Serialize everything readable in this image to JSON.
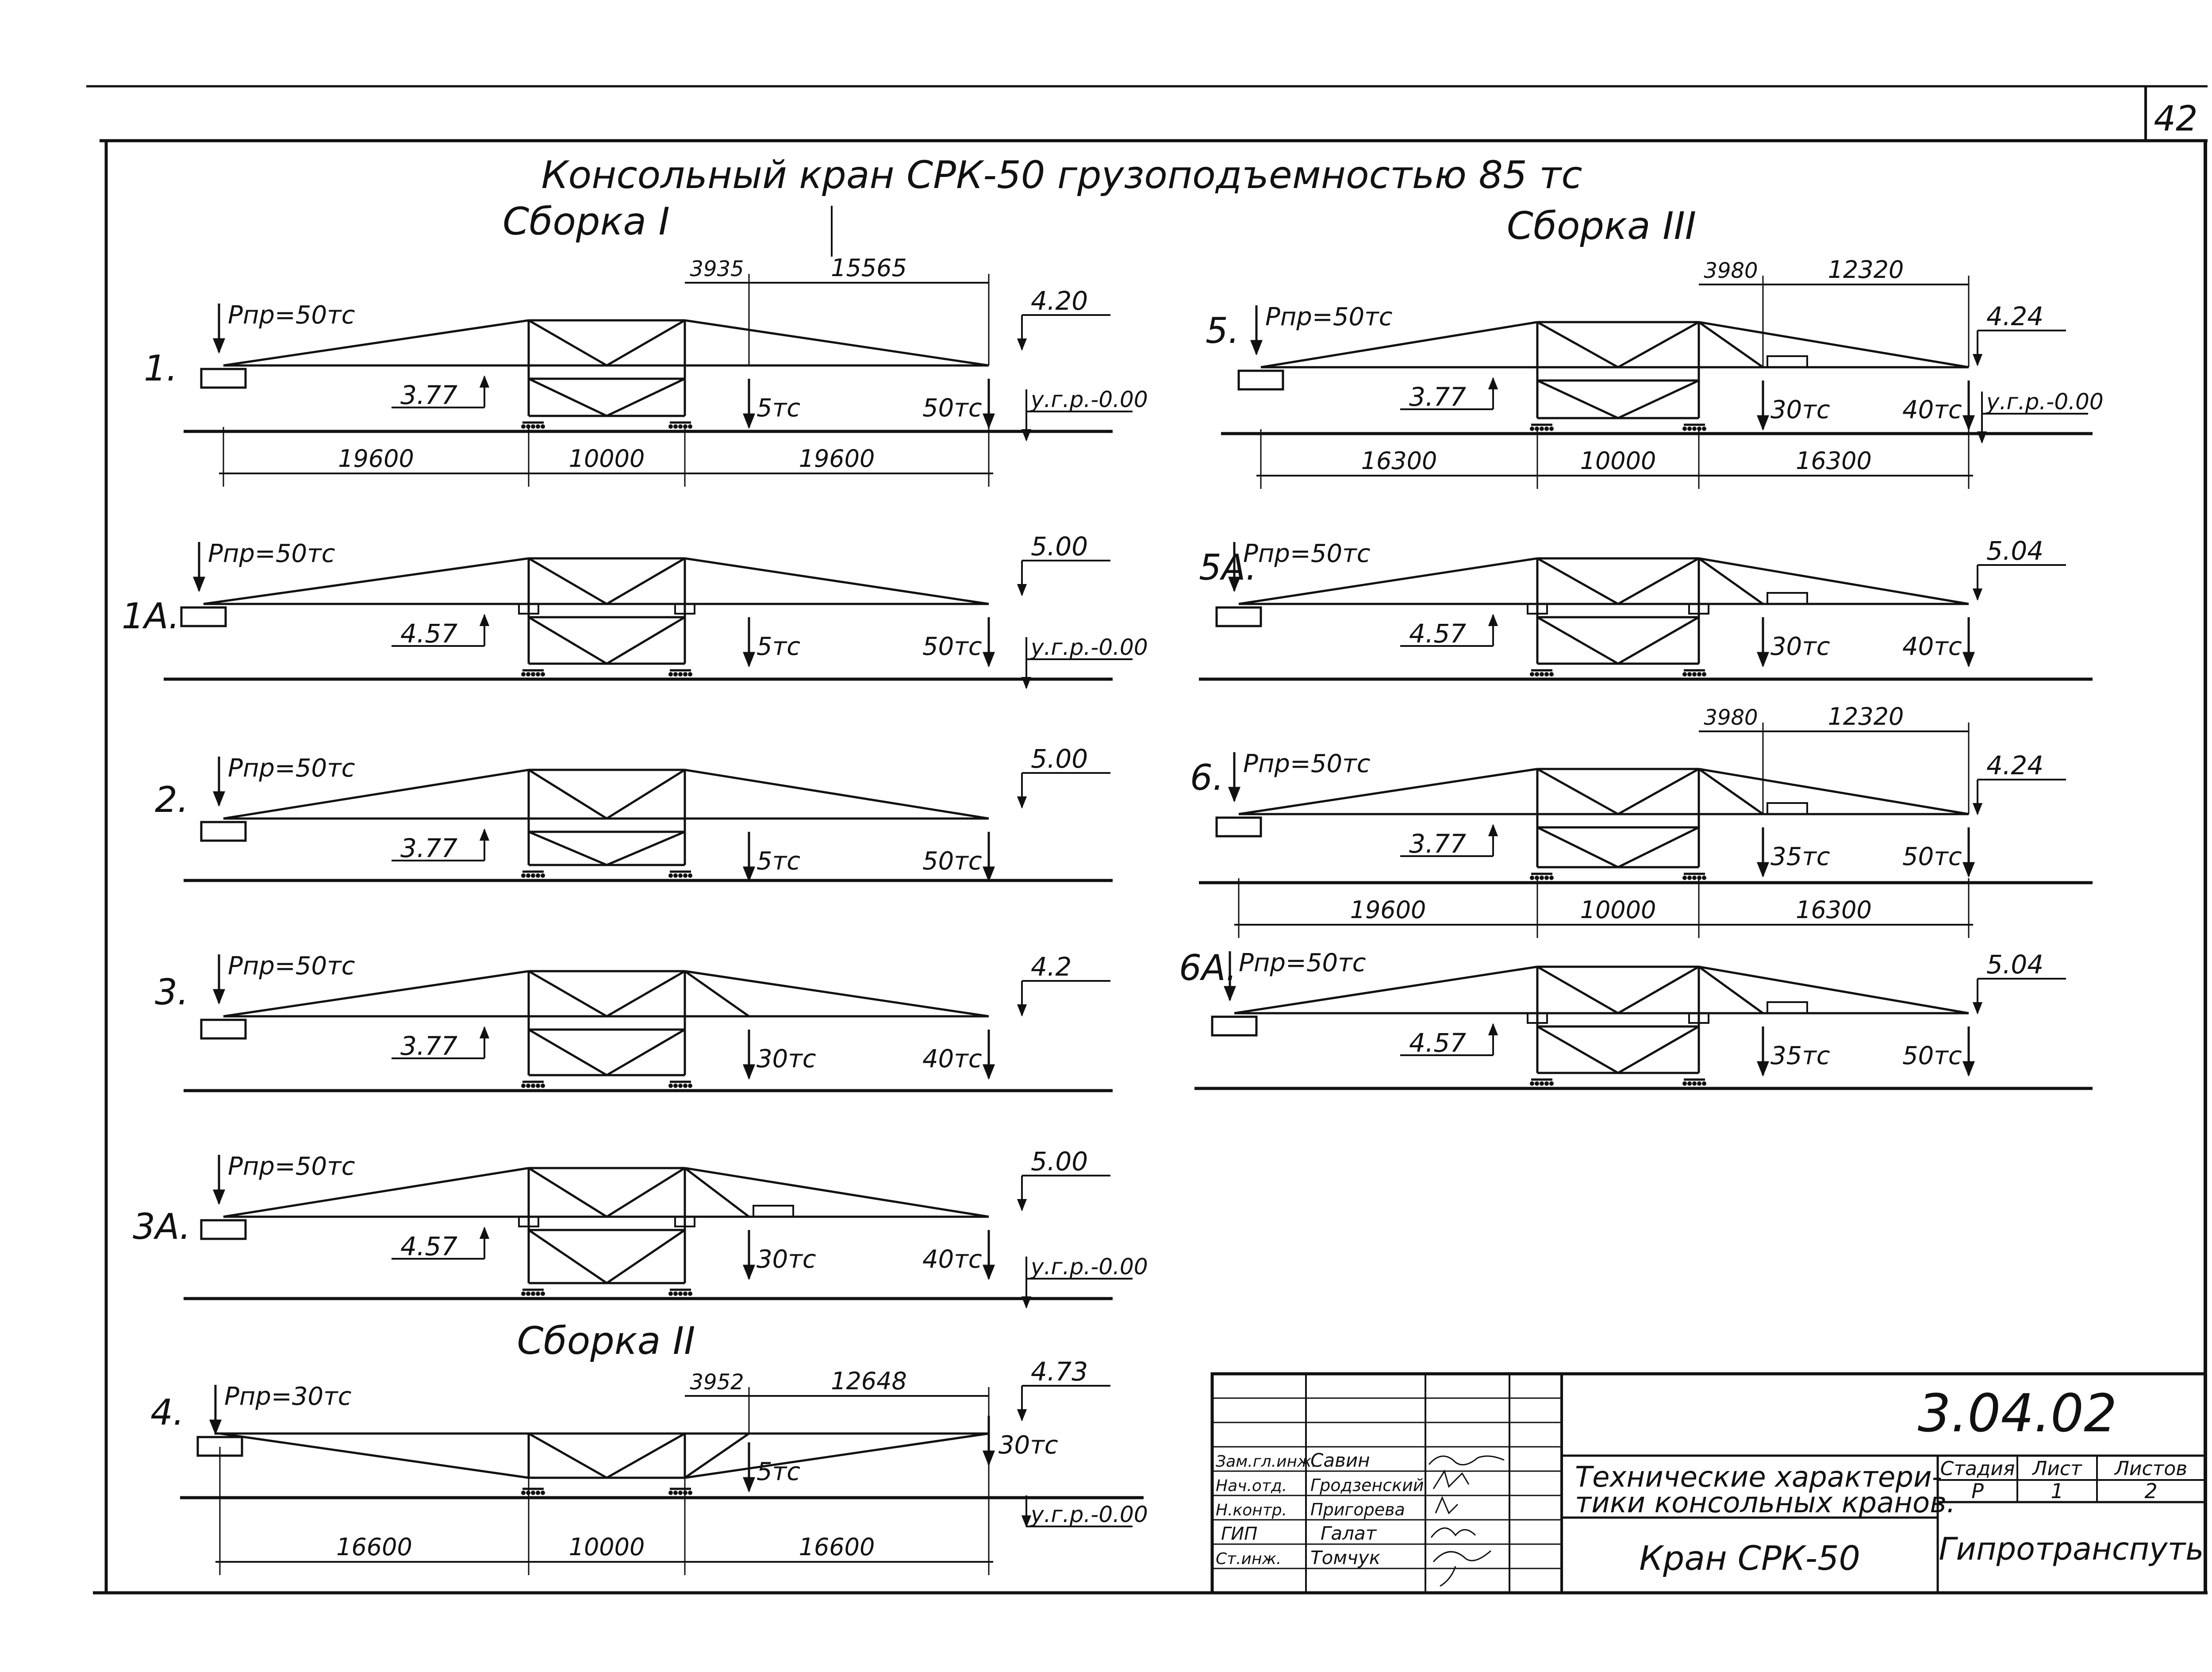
{
  "sheet_number": "42",
  "title": "Консольный кран СРК-50 грузоподъемностью 85 тс",
  "groups": {
    "g1": "Сборка I",
    "g2": "Сборка II",
    "g3": "Сборка III"
  },
  "schemes": [
    {
      "label": "1.",
      "p_label": "Pпр=50тс",
      "elev": "4.20",
      "pier": "3.77",
      "mid_load": "5тс",
      "end_load": "50тс",
      "ugr": "у.г.р.-0.00",
      "dims_top": [
        "3935",
        "15565"
      ],
      "dims_bottom": [
        "19600",
        "10000",
        "19600"
      ]
    },
    {
      "label": "1А.",
      "p_label": "Pпр=50тс",
      "elev": "5.00",
      "pier": "4.57",
      "mid_load": "5тс",
      "end_load": "50тс",
      "ugr": "у.г.р.-0.00"
    },
    {
      "label": "2.",
      "p_label": "Pпр=50тс",
      "elev": "5.00",
      "pier": "3.77",
      "mid_load": "5тс",
      "end_load": "50тс"
    },
    {
      "label": "3.",
      "p_label": "Pпр=50тс",
      "elev": "4.2",
      "pier": "3.77",
      "mid_load": "30тс",
      "end_load": "40тс"
    },
    {
      "label": "3А.",
      "p_label": "Pпр=50тс",
      "elev": "5.00",
      "pier": "4.57",
      "mid_load": "30тс",
      "end_load": "40тс",
      "ugr": "у.г.р.-0.00"
    },
    {
      "label": "4.",
      "p_label": "Pпр=30тс",
      "elev": "4.73",
      "end_load": "30тс",
      "mid_load": "5тс",
      "ugr": "у.г.р.-0.00",
      "dims_top": [
        "3952",
        "12648"
      ],
      "dims_bottom": [
        "16600",
        "10000",
        "16600"
      ]
    },
    {
      "label": "5.",
      "p_label": "Pпр=50тс",
      "elev": "4.24",
      "pier": "3.77",
      "mid_load": "30тс",
      "end_load": "40тс",
      "ugr": "у.г.р.-0.00",
      "dims_top": [
        "3980",
        "12320"
      ],
      "dims_bottom": [
        "16300",
        "10000",
        "16300"
      ]
    },
    {
      "label": "5А.",
      "p_label": "Pпр=50тс",
      "elev": "5.04",
      "pier": "4.57",
      "mid_load": "30тс",
      "end_load": "40тс"
    },
    {
      "label": "6.",
      "p_label": "Pпр=50тс",
      "elev": "4.24",
      "pier": "3.77",
      "mid_load": "35тс",
      "end_load": "50тс",
      "dims_top": [
        "3980",
        "12320"
      ],
      "dims_bottom": [
        "19600",
        "10000",
        "16300"
      ]
    },
    {
      "label": "6А.",
      "p_label": "Pпр=50тс",
      "elev": "5.04",
      "pier": "4.57",
      "mid_load": "35тс",
      "end_load": "50тс"
    }
  ],
  "stamp": {
    "doc_code": "3.04.02",
    "description": [
      "Технические характери-",
      "тики консольных кранов."
    ],
    "object": "Кран СРК-50",
    "org": "Гипротранспуть",
    "col_headers": [
      "Стадия",
      "Лист",
      "Листов"
    ],
    "col_values": [
      "Р",
      "1",
      "2"
    ],
    "people": [
      {
        "role": "Зам.гл.инж.",
        "name": "Савин"
      },
      {
        "role": "Нач.отд.",
        "name": "Гродзенский"
      },
      {
        "role": "Н.контр.",
        "name": "Пригорева"
      },
      {
        "role": "ГИП",
        "name": "Галат"
      },
      {
        "role": "Ст.инж.",
        "name": "Томчук"
      }
    ]
  }
}
